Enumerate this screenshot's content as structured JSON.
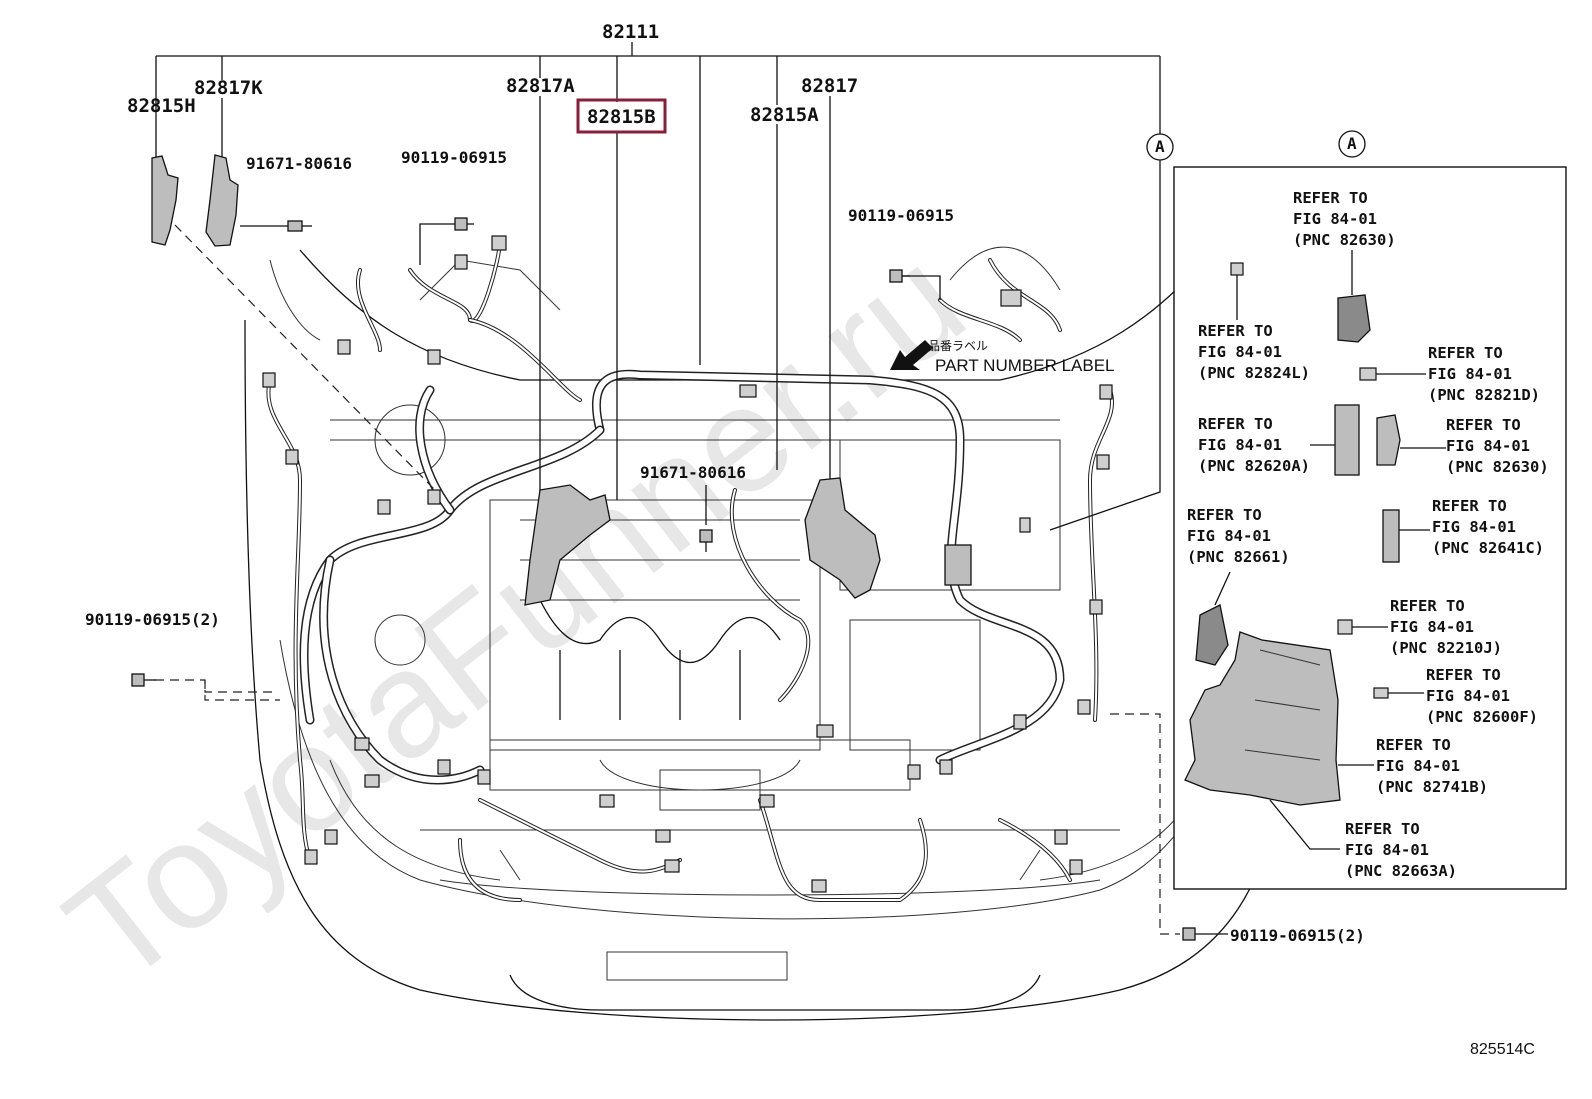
{
  "diagram": {
    "watermark": "ToyotaFunner.ru",
    "figure_code": "825514C",
    "highlight_color": "#8a1e38",
    "main_part": "82111",
    "callouts": {
      "p82815H": "82815H",
      "p82817K": "82817K",
      "p82817A": "82817A",
      "p82815B": "82815B",
      "p82815A": "82815A",
      "p82817": "82817",
      "bolt_a": "91671-80616",
      "bolt_b": "90119-06915",
      "bolt_c": "90119-06915",
      "bolt_d": "91671-80616",
      "bolt_e": "90119-06915(2)",
      "bolt_f": "90119-06915(2)"
    },
    "label_jp": "品番ラベル",
    "part_number_label": "PART NUMBER LABEL",
    "detail_marker": "A",
    "detail_refs": [
      {
        "line1": "REFER TO",
        "line2": "FIG 84-01",
        "line3": "(PNC 82630)"
      },
      {
        "line1": "REFER TO",
        "line2": "FIG 84-01",
        "line3": "(PNC 82824L)"
      },
      {
        "line1": "REFER TO",
        "line2": "FIG 84-01",
        "line3": "(PNC 82821D)"
      },
      {
        "line1": "REFER TO",
        "line2": "FIG 84-01",
        "line3": "(PNC 82620A)"
      },
      {
        "line1": "REFER TO",
        "line2": "FIG 84-01",
        "line3": "(PNC 82630)"
      },
      {
        "line1": "REFER TO",
        "line2": "FIG 84-01",
        "line3": "(PNC 82661)"
      },
      {
        "line1": "REFER TO",
        "line2": "FIG 84-01",
        "line3": "(PNC 82641C)"
      },
      {
        "line1": "REFER TO",
        "line2": "FIG 84-01",
        "line3": "(PNC 82210J)"
      },
      {
        "line1": "REFER TO",
        "line2": "FIG 84-01",
        "line3": "(PNC 82600F)"
      },
      {
        "line1": "REFER TO",
        "line2": "FIG 84-01",
        "line3": "(PNC 82741B)"
      },
      {
        "line1": "REFER TO",
        "line2": "FIG 84-01",
        "line3": "(PNC 82663A)"
      }
    ]
  }
}
